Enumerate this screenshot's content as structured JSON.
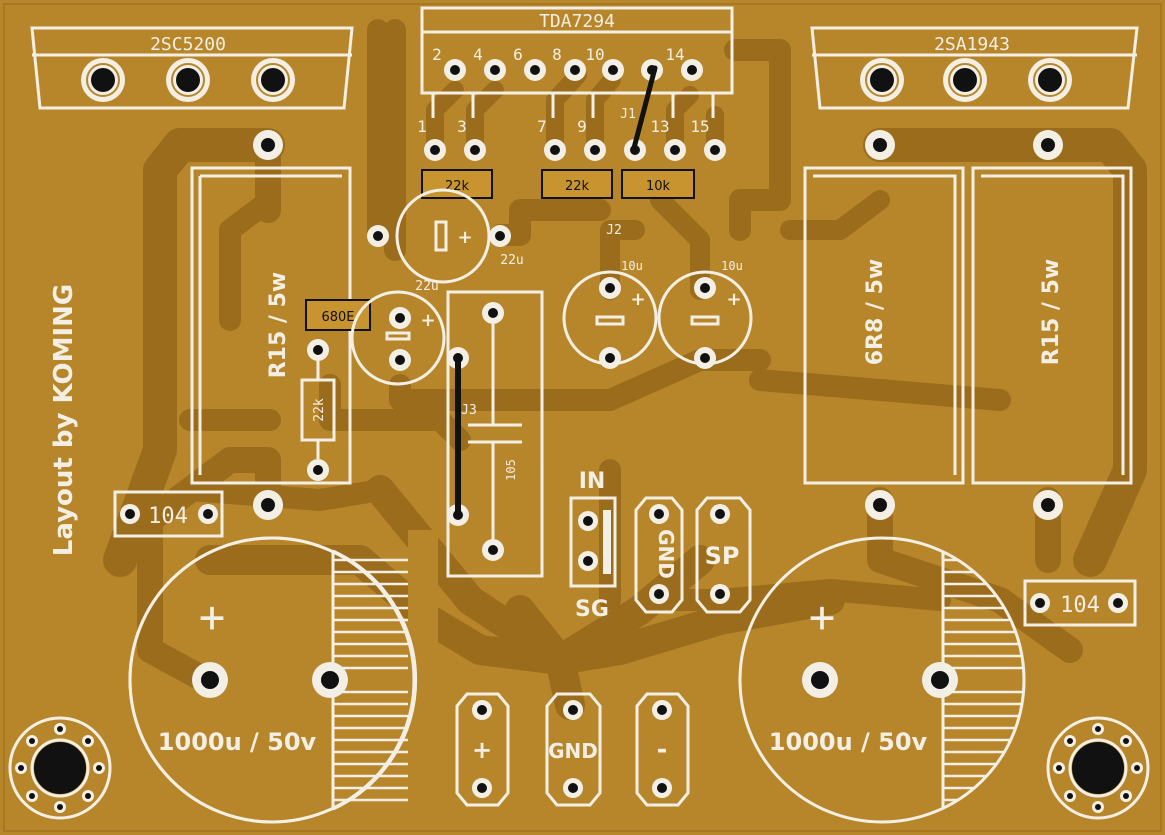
{
  "board": {
    "background": "#b8862a",
    "trace_color": "#9a6c1c",
    "silk_color": "#f4efe4",
    "credit": "Layout by KOMING"
  },
  "ic": {
    "name": "TDA7294",
    "top_pins": [
      "2",
      "4",
      "6",
      "8",
      "10",
      "14"
    ],
    "bottom_pins": [
      "1",
      "3",
      "7",
      "9",
      "13",
      "15"
    ],
    "jumper_label": "J1"
  },
  "transistors": {
    "left": "2SC5200",
    "right": "2SA1943"
  },
  "resistors": {
    "r1": "22k",
    "r2": "22k",
    "r3": "10k",
    "r4": "680E",
    "r5": "22k",
    "left_power": "R15 / 5w",
    "mid_power": "6R8 / 5w",
    "right_power": "R15 / 5w"
  },
  "capacitors": {
    "c22u_a": "22u",
    "c22u_b": "22u",
    "c10u_a": "10u",
    "c10u_b": "10u",
    "film": "105",
    "cer_left": "104",
    "cer_right": "104",
    "big_left": "1000u / 50v",
    "big_right": "1000u / 50v",
    "plus": "+"
  },
  "jumpers": {
    "j2": "J2",
    "j3": "J3"
  },
  "connectors": {
    "in_top": "IN",
    "in_bottom": "SG",
    "gnd": "GND",
    "sp": "SP",
    "pwr_plus": "+",
    "pwr_gnd": "GND",
    "pwr_minus": "-"
  }
}
